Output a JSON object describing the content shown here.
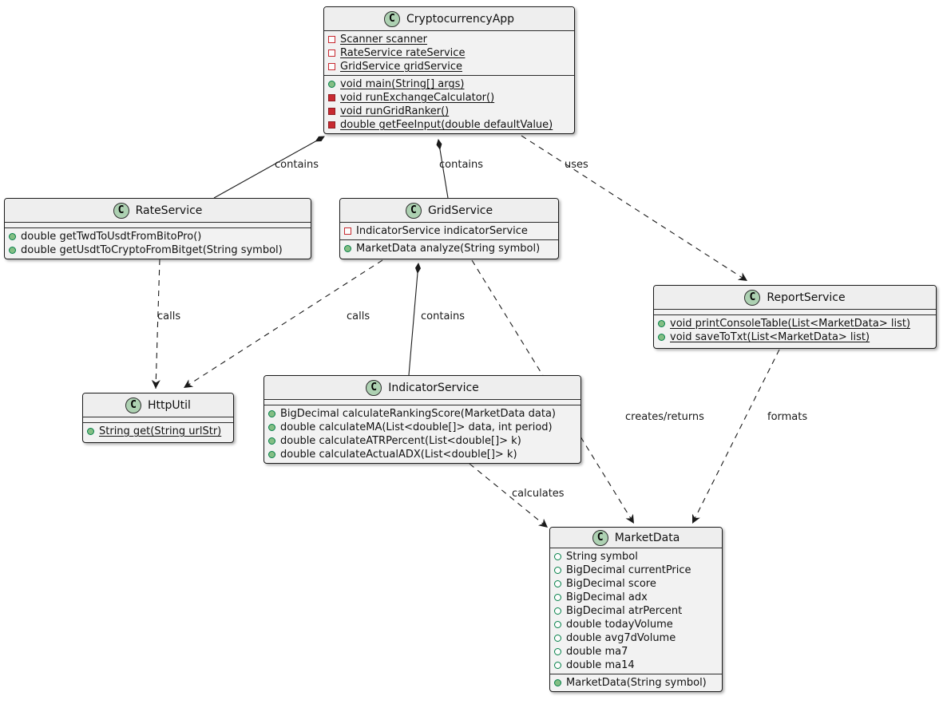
{
  "diagram": {
    "kind": "uml-class-diagram",
    "stereotype_letter": "C"
  },
  "colors": {
    "background": "#ffffff",
    "class_fill": "#f2f2f2",
    "class_border": "#1a1a1a",
    "circle_fill": "#ADD1B2",
    "public_green_fill": "#84BE84",
    "public_green_border": "#038048",
    "private_red": "#C82930"
  },
  "classes": [
    {
      "name": "CryptocurrencyApp",
      "stereotype": "C",
      "fields": [
        {
          "text": "Scanner scanner",
          "icon": "private-field",
          "static": true
        },
        {
          "text": "RateService rateService",
          "icon": "private-field",
          "static": true
        },
        {
          "text": "GridService gridService",
          "icon": "private-field",
          "static": true
        }
      ],
      "methods": [
        {
          "text": "void main(String[] args)",
          "icon": "public-method",
          "static": true
        },
        {
          "text": "void runExchangeCalculator()",
          "icon": "private-method",
          "static": true
        },
        {
          "text": "void runGridRanker()",
          "icon": "private-method",
          "static": true
        },
        {
          "text": "double getFeeInput(double defaultValue)",
          "icon": "private-method",
          "static": true
        }
      ]
    },
    {
      "name": "RateService",
      "stereotype": "C",
      "fields": [],
      "methods": [
        {
          "text": "double getTwdToUsdtFromBitoPro()",
          "icon": "public-method",
          "static": false
        },
        {
          "text": "double getUsdtToCryptoFromBitget(String symbol)",
          "icon": "public-method",
          "static": false
        }
      ]
    },
    {
      "name": "GridService",
      "stereotype": "C",
      "fields": [
        {
          "text": "IndicatorService indicatorService",
          "icon": "private-field",
          "static": false
        }
      ],
      "methods": [
        {
          "text": "MarketData analyze(String symbol)",
          "icon": "public-method",
          "static": false
        }
      ]
    },
    {
      "name": "ReportService",
      "stereotype": "C",
      "fields": [],
      "methods": [
        {
          "text": "void printConsoleTable(List<MarketData> list)",
          "icon": "public-method",
          "static": true
        },
        {
          "text": "void saveToTxt(List<MarketData> list)",
          "icon": "public-method",
          "static": true
        }
      ]
    },
    {
      "name": "HttpUtil",
      "stereotype": "C",
      "fields": [],
      "methods": [
        {
          "text": "String get(String urlStr)",
          "icon": "public-method",
          "static": true
        }
      ]
    },
    {
      "name": "IndicatorService",
      "stereotype": "C",
      "fields": [],
      "methods": [
        {
          "text": "BigDecimal calculateRankingScore(MarketData data)",
          "icon": "public-method",
          "static": false
        },
        {
          "text": "double calculateMA(List<double[]> data, int period)",
          "icon": "public-method",
          "static": false
        },
        {
          "text": "double calculateATRPercent(List<double[]> k)",
          "icon": "public-method",
          "static": false
        },
        {
          "text": "double calculateActualADX(List<double[]> k)",
          "icon": "public-method",
          "static": false
        }
      ]
    },
    {
      "name": "MarketData",
      "stereotype": "C",
      "fields": [
        {
          "text": "String symbol",
          "icon": "public-field",
          "static": false
        },
        {
          "text": "BigDecimal currentPrice",
          "icon": "public-field",
          "static": false
        },
        {
          "text": "BigDecimal score",
          "icon": "public-field",
          "static": false
        },
        {
          "text": "BigDecimal adx",
          "icon": "public-field",
          "static": false
        },
        {
          "text": "BigDecimal atrPercent",
          "icon": "public-field",
          "static": false
        },
        {
          "text": "double todayVolume",
          "icon": "public-field",
          "static": false
        },
        {
          "text": "double avg7dVolume",
          "icon": "public-field",
          "static": false
        },
        {
          "text": "double ma7",
          "icon": "public-field",
          "static": false
        },
        {
          "text": "double ma14",
          "icon": "public-field",
          "static": false
        }
      ],
      "methods": [
        {
          "text": "MarketData(String symbol)",
          "icon": "public-method",
          "static": false
        }
      ]
    }
  ],
  "edges": [
    {
      "label": "contains",
      "type": "composition",
      "from": "CryptocurrencyApp",
      "to": "RateService"
    },
    {
      "label": "contains",
      "type": "composition",
      "from": "CryptocurrencyApp",
      "to": "GridService"
    },
    {
      "label": "uses",
      "type": "dependency",
      "from": "CryptocurrencyApp",
      "to": "ReportService"
    },
    {
      "label": "calls",
      "type": "dependency",
      "from": "RateService",
      "to": "HttpUtil"
    },
    {
      "label": "calls",
      "type": "dependency",
      "from": "GridService",
      "to": "HttpUtil"
    },
    {
      "label": "contains",
      "type": "composition",
      "from": "GridService",
      "to": "IndicatorService"
    },
    {
      "label": "creates/returns",
      "type": "dependency",
      "from": "GridService",
      "to": "MarketData"
    },
    {
      "label": "formats",
      "type": "dependency",
      "from": "ReportService",
      "to": "MarketData"
    },
    {
      "label": "calculates",
      "type": "dependency",
      "from": "IndicatorService",
      "to": "MarketData"
    }
  ]
}
